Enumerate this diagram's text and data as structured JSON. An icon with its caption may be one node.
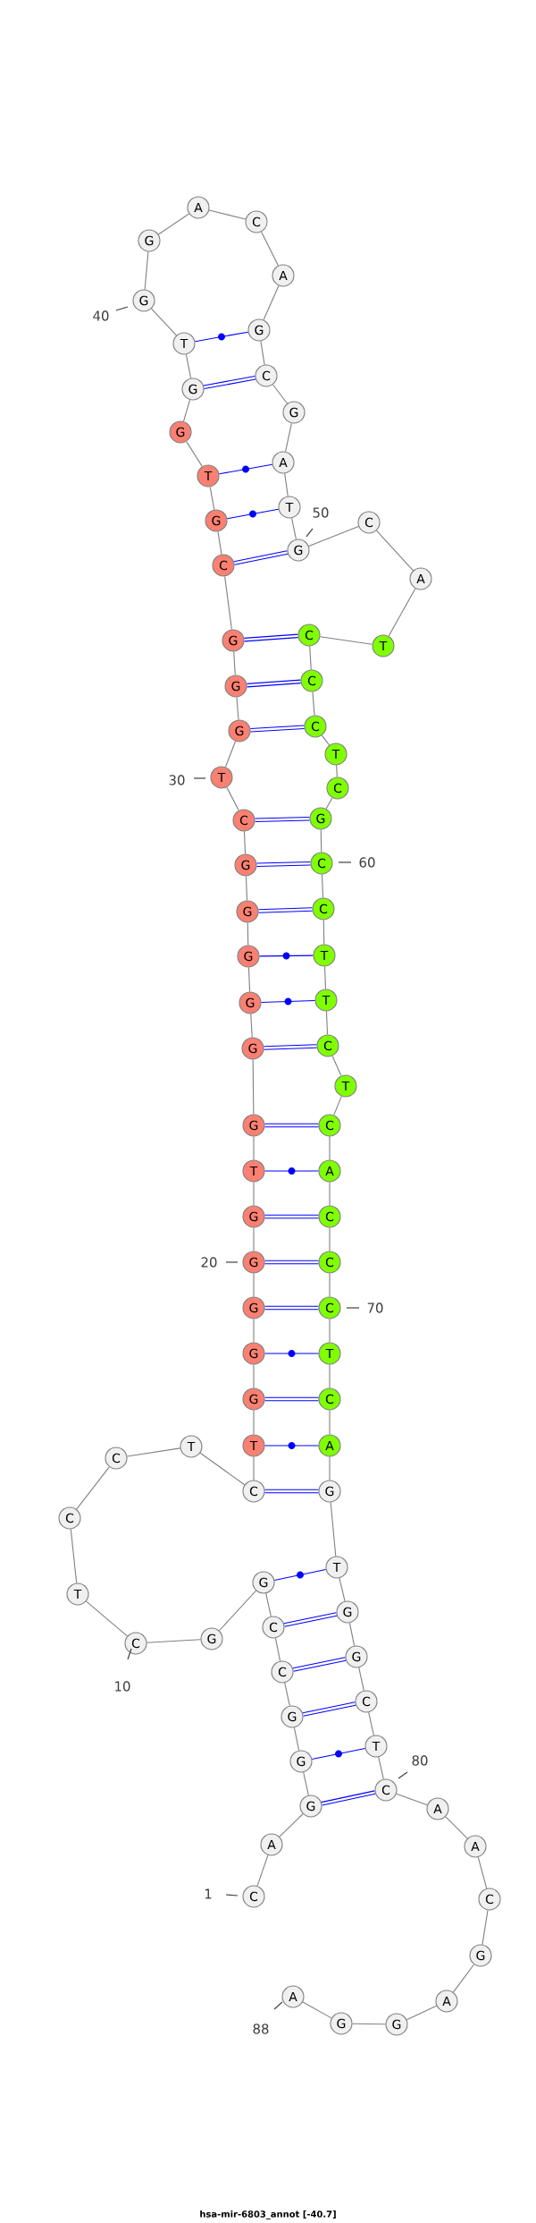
{
  "diagram": {
    "caption": "hsa-mir-6803_annot [-40.7]",
    "nodes": [
      {
        "text": [
          "C"
        ],
        "beside": [
          "1"
        ]
      },
      {
        "text": [
          "A"
        ]
      },
      {
        "text": [
          "G"
        ]
      },
      {
        "text": [
          "G"
        ]
      },
      {
        "text": [
          "G"
        ]
      },
      {
        "text": [
          "C"
        ]
      },
      {
        "text": [
          "C"
        ]
      },
      {
        "text": [
          "G"
        ]
      },
      {
        "text": [
          "G"
        ]
      },
      {
        "text": [
          "C"
        ],
        "beside": [
          "10"
        ]
      },
      {
        "text": [
          "T"
        ]
      },
      {
        "text": [
          "C"
        ]
      },
      {
        "text": [
          "C"
        ]
      },
      {
        "text": [
          "T"
        ]
      },
      {
        "text": [
          "C"
        ]
      },
      {
        "text": [
          "T"
        ]
      },
      {
        "text": [
          "G"
        ]
      },
      {
        "text": [
          "G"
        ]
      },
      {
        "text": [
          "G"
        ]
      },
      {
        "text": [
          "G"
        ],
        "beside": [
          "20"
        ]
      },
      {
        "text": [
          "G"
        ]
      },
      {
        "text": [
          "T"
        ]
      },
      {
        "text": [
          "G"
        ]
      },
      {
        "text": [
          "G"
        ]
      },
      {
        "text": [
          "G"
        ]
      },
      {
        "text": [
          "G"
        ]
      },
      {
        "text": [
          "G"
        ]
      },
      {
        "text": [
          "G"
        ]
      },
      {
        "text": [
          "C"
        ]
      },
      {
        "text": [
          "T"
        ],
        "beside": [
          "30"
        ]
      },
      {
        "text": [
          "G"
        ]
      },
      {
        "text": [
          "G"
        ]
      },
      {
        "text": [
          "G"
        ]
      },
      {
        "text": [
          "C"
        ]
      },
      {
        "text": [
          "G"
        ]
      },
      {
        "text": [
          "T"
        ]
      },
      {
        "text": [
          "G"
        ]
      },
      {
        "text": [
          "G"
        ]
      },
      {
        "text": [
          "T"
        ]
      },
      {
        "text": [
          "G"
        ],
        "beside": [
          "40"
        ]
      },
      {
        "text": [
          "G"
        ]
      },
      {
        "text": [
          "A"
        ]
      },
      {
        "text": [
          "C"
        ]
      },
      {
        "text": [
          "A"
        ]
      },
      {
        "text": [
          "G"
        ]
      },
      {
        "text": [
          "C"
        ]
      },
      {
        "text": [
          "G"
        ]
      },
      {
        "text": [
          "A"
        ]
      },
      {
        "text": [
          "T"
        ]
      },
      {
        "text": [
          "G"
        ]
      },
      {
        "text": [
          "C"
        ]
      },
      {
        "text": [
          "A"
        ]
      },
      {
        "text": [
          "T"
        ]
      },
      {
        "text": [
          "C"
        ]
      },
      {
        "text": [
          "C"
        ]
      },
      {
        "text": [
          "C"
        ]
      },
      {
        "text": [
          "T"
        ]
      },
      {
        "text": [
          "C"
        ]
      },
      {
        "text": [
          "G"
        ]
      },
      {
        "text": [
          "C"
        ],
        "beside": [
          "60"
        ]
      },
      {
        "text": [
          "C"
        ]
      },
      {
        "text": [
          "T"
        ]
      },
      {
        "text": [
          "T"
        ]
      },
      {
        "text": [
          "C"
        ]
      },
      {
        "text": [
          "T"
        ]
      },
      {
        "text": [
          "C"
        ]
      },
      {
        "text": [
          "A"
        ]
      },
      {
        "text": [
          "C"
        ]
      },
      {
        "text": [
          "C"
        ]
      },
      {
        "text": [
          "C"
        ],
        "beside": [
          "70"
        ]
      },
      {
        "text": [
          "T"
        ]
      },
      {
        "text": [
          "C"
        ]
      },
      {
        "text": [
          "A"
        ]
      },
      {
        "text": [
          "G"
        ]
      },
      {
        "text": [
          "T"
        ]
      },
      {
        "text": [
          "G"
        ]
      },
      {
        "text": [
          "G"
        ]
      },
      {
        "text": [
          "C"
        ]
      },
      {
        "text": [
          "T"
        ]
      },
      {
        "text": [
          "C"
        ],
        "beside": [
          "80"
        ]
      },
      {
        "text": [
          "A"
        ]
      },
      {
        "text": [
          "A"
        ]
      },
      {
        "text": [
          "C"
        ]
      },
      {
        "text": [
          "G"
        ]
      },
      {
        "text": [
          "A"
        ]
      },
      {
        "text": [
          "G"
        ]
      },
      {
        "text": [
          "G"
        ]
      },
      {
        "text": [
          "A"
        ],
        "beside": [
          "88"
        ]
      }
    ],
    "edges": [
      {
        "from": 0,
        "to": 1,
        "arrow": "none"
      },
      {
        "from": 1,
        "to": 2,
        "arrow": "none"
      },
      {
        "from": 2,
        "to": 3,
        "arrow": "none"
      },
      {
        "from": 3,
        "to": 4,
        "arrow": "none"
      },
      {
        "from": 4,
        "to": 5,
        "arrow": "none"
      },
      {
        "from": 5,
        "to": 6,
        "arrow": "none"
      },
      {
        "from": 6,
        "to": 7,
        "arrow": "none"
      },
      {
        "from": 7,
        "to": 8,
        "arrow": "none"
      },
      {
        "from": 8,
        "to": 9,
        "arrow": "none"
      },
      {
        "from": 9,
        "to": 10,
        "arrow": "none"
      },
      {
        "from": 10,
        "to": 11,
        "arrow": "none"
      },
      {
        "from": 11,
        "to": 12,
        "arrow": "none"
      },
      {
        "from": 12,
        "to": 13,
        "arrow": "none"
      },
      {
        "from": 13,
        "to": 14,
        "arrow": "none"
      },
      {
        "from": 14,
        "to": 15,
        "arrow": "none"
      },
      {
        "from": 15,
        "to": 16,
        "arrow": "none"
      },
      {
        "from": 16,
        "to": 17,
        "arrow": "none"
      },
      {
        "from": 17,
        "to": 18,
        "arrow": "none"
      },
      {
        "from": 18,
        "to": 19,
        "arrow": "none"
      },
      {
        "from": 19,
        "to": 20,
        "arrow": "none"
      },
      {
        "from": 20,
        "to": 21,
        "arrow": "none"
      },
      {
        "from": 21,
        "to": 22,
        "arrow": "none"
      },
      {
        "from": 22,
        "to": 23,
        "arrow": "none"
      },
      {
        "from": 23,
        "to": 24,
        "arrow": "none"
      },
      {
        "from": 24,
        "to": 25,
        "arrow": "none"
      },
      {
        "from": 25,
        "to": 26,
        "arrow": "none"
      },
      {
        "from": 26,
        "to": 27,
        "arrow": "none"
      },
      {
        "from": 27,
        "to": 28,
        "arrow": "none"
      },
      {
        "from": 28,
        "to": 29,
        "arrow": "none"
      },
      {
        "from": 29,
        "to": 30,
        "arrow": "none"
      },
      {
        "from": 30,
        "to": 31,
        "arrow": "none"
      },
      {
        "from": 31,
        "to": 32,
        "arrow": "none"
      },
      {
        "from": 32,
        "to": 33,
        "arrow": "none"
      },
      {
        "from": 33,
        "to": 34,
        "arrow": "none"
      },
      {
        "from": 34,
        "to": 35,
        "arrow": "none"
      },
      {
        "from": 35,
        "to": 36,
        "arrow": "none"
      },
      {
        "from": 36,
        "to": 37,
        "arrow": "none"
      },
      {
        "from": 37,
        "to": 38,
        "arrow": "none"
      },
      {
        "from": 38,
        "to": 39,
        "arrow": "none"
      },
      {
        "from": 39,
        "to": 40,
        "arrow": "none"
      },
      {
        "from": 40,
        "to": 41,
        "arrow": "none"
      },
      {
        "from": 41,
        "to": 42,
        "arrow": "none"
      },
      {
        "from": 42,
        "to": 43,
        "arrow": "none"
      },
      {
        "from": 43,
        "to": 44,
        "arrow": "none"
      },
      {
        "from": 44,
        "to": 45,
        "arrow": "none"
      },
      {
        "from": 45,
        "to": 46,
        "arrow": "none"
      },
      {
        "from": 46,
        "to": 47,
        "arrow": "none"
      },
      {
        "from": 47,
        "to": 48,
        "arrow": "none"
      },
      {
        "from": 48,
        "to": 49,
        "arrow": "none"
      },
      {
        "from": 49,
        "to": 50,
        "arrow": "none"
      },
      {
        "from": 50,
        "to": 51,
        "arrow": "none"
      },
      {
        "from": 51,
        "to": 52,
        "arrow": "none"
      },
      {
        "from": 52,
        "to": 53,
        "arrow": "none"
      },
      {
        "from": 53,
        "to": 54,
        "arrow": "none"
      },
      {
        "from": 54,
        "to": 55,
        "arrow": "none"
      },
      {
        "from": 55,
        "to": 56,
        "arrow": "none"
      },
      {
        "from": 56,
        "to": 57,
        "arrow": "none"
      },
      {
        "from": 57,
        "to": 58,
        "arrow": "none"
      },
      {
        "from": 58,
        "to": 59,
        "arrow": "none"
      },
      {
        "from": 59,
        "to": 60,
        "arrow": "none"
      },
      {
        "from": 60,
        "to": 61,
        "arrow": "none"
      },
      {
        "from": 61,
        "to": 62,
        "arrow": "none"
      },
      {
        "from": 62,
        "to": 63,
        "arrow": "none"
      },
      {
        "from": 63,
        "to": 64,
        "arrow": "none"
      },
      {
        "from": 64,
        "to": 65,
        "arrow": "none"
      },
      {
        "from": 65,
        "to": 66,
        "arrow": "none"
      },
      {
        "from": 66,
        "to": 67,
        "arrow": "none"
      },
      {
        "from": 67,
        "to": 68,
        "arrow": "none"
      },
      {
        "from": 68,
        "to": 69,
        "arrow": "none"
      },
      {
        "from": 69,
        "to": 70,
        "arrow": "none"
      },
      {
        "from": 70,
        "to": 71,
        "arrow": "none"
      },
      {
        "from": 71,
        "to": 72,
        "arrow": "none"
      },
      {
        "from": 72,
        "to": 73,
        "arrow": "none"
      },
      {
        "from": 73,
        "to": 74,
        "arrow": "none"
      },
      {
        "from": 74,
        "to": 75,
        "arrow": "none"
      },
      {
        "from": 75,
        "to": 76,
        "arrow": "none"
      },
      {
        "from": 76,
        "to": 77,
        "arrow": "none"
      },
      {
        "from": 77,
        "to": 78,
        "arrow": "none"
      },
      {
        "from": 78,
        "to": 79,
        "arrow": "none"
      },
      {
        "from": 79,
        "to": 80,
        "arrow": "none"
      },
      {
        "from": 80,
        "to": 81,
        "arrow": "none"
      },
      {
        "from": 81,
        "to": 82,
        "arrow": "none"
      },
      {
        "from": 82,
        "to": 83,
        "arrow": "none"
      },
      {
        "from": 83,
        "to": 84,
        "arrow": "none"
      },
      {
        "from": 84,
        "to": 85,
        "arrow": "none"
      },
      {
        "from": 85,
        "to": 86,
        "arrow": "none"
      },
      {
        "from": 86,
        "to": 87,
        "arrow": "none"
      },
      {
        "from": 7,
        "to": 74,
        "arrow": "none",
        "color": "#0000ff"
      },
      {
        "from": 6,
        "to": 75,
        "arrow": "none",
        "color": "#0000ff"
      },
      {
        "from": 5,
        "to": 76,
        "arrow": "none",
        "color": "#0000ff"
      },
      {
        "from": 4,
        "to": 77,
        "arrow": "none",
        "color": "#0000ff"
      },
      {
        "from": 3,
        "to": 78,
        "arrow": "none",
        "color": "#0000ff"
      },
      {
        "from": 2,
        "to": 79,
        "arrow": "none",
        "color": "#0000ff"
      },
      {
        "from": 14,
        "to": 73,
        "arrow": "none",
        "color": "#0000ff"
      },
      {
        "from": 15,
        "to": 72,
        "arrow": "none",
        "color": "#0000ff"
      },
      {
        "from": 16,
        "to": 71,
        "arrow": "none",
        "color": "#0000ff"
      },
      {
        "from": 17,
        "to": 70,
        "arrow": "none",
        "color": "#0000ff"
      },
      {
        "from": 18,
        "to": 69,
        "arrow": "none",
        "color": "#0000ff"
      },
      {
        "from": 19,
        "to": 68,
        "arrow": "none",
        "color": "#0000ff"
      },
      {
        "from": 20,
        "to": 67,
        "arrow": "none",
        "color": "#0000ff"
      },
      {
        "from": 21,
        "to": 66,
        "arrow": "none",
        "color": "#0000ff"
      },
      {
        "from": 22,
        "to": 65,
        "arrow": "none",
        "color": "#0000ff"
      },
      {
        "from": 23,
        "to": 63,
        "arrow": "none",
        "color": "#0000ff"
      },
      {
        "from": 24,
        "to": 62,
        "arrow": "none",
        "color": "#0000ff"
      },
      {
        "from": 25,
        "to": 61,
        "arrow": "none",
        "color": "#0000ff"
      },
      {
        "from": 26,
        "to": 60,
        "arrow": "none",
        "color": "#0000ff"
      },
      {
        "from": 27,
        "to": 59,
        "arrow": "none",
        "color": "#0000ff"
      },
      {
        "from": 28,
        "to": 58,
        "arrow": "none",
        "color": "#0000ff"
      },
      {
        "from": 30,
        "to": 55,
        "arrow": "none",
        "color": "#0000ff"
      },
      {
        "from": 31,
        "to": 54,
        "arrow": "none",
        "color": "#0000ff"
      },
      {
        "from": 32,
        "to": 53,
        "arrow": "none",
        "color": "#0000ff"
      },
      {
        "from": 33,
        "to": 49,
        "arrow": "none",
        "color": "#0000ff"
      },
      {
        "from": 34,
        "to": 48,
        "arrow": "none",
        "color": "#0000ff"
      },
      {
        "from": 35,
        "to": 47,
        "arrow": "none",
        "color": "#0000ff"
      },
      {
        "from": 37,
        "to": 45,
        "arrow": "none",
        "color": "#0000ff"
      },
      {
        "from": 38,
        "to": 44,
        "arrow": "none",
        "color": "#0000ff"
      }
    ],
    "labels": [
      "50"
    ]
  }
}
